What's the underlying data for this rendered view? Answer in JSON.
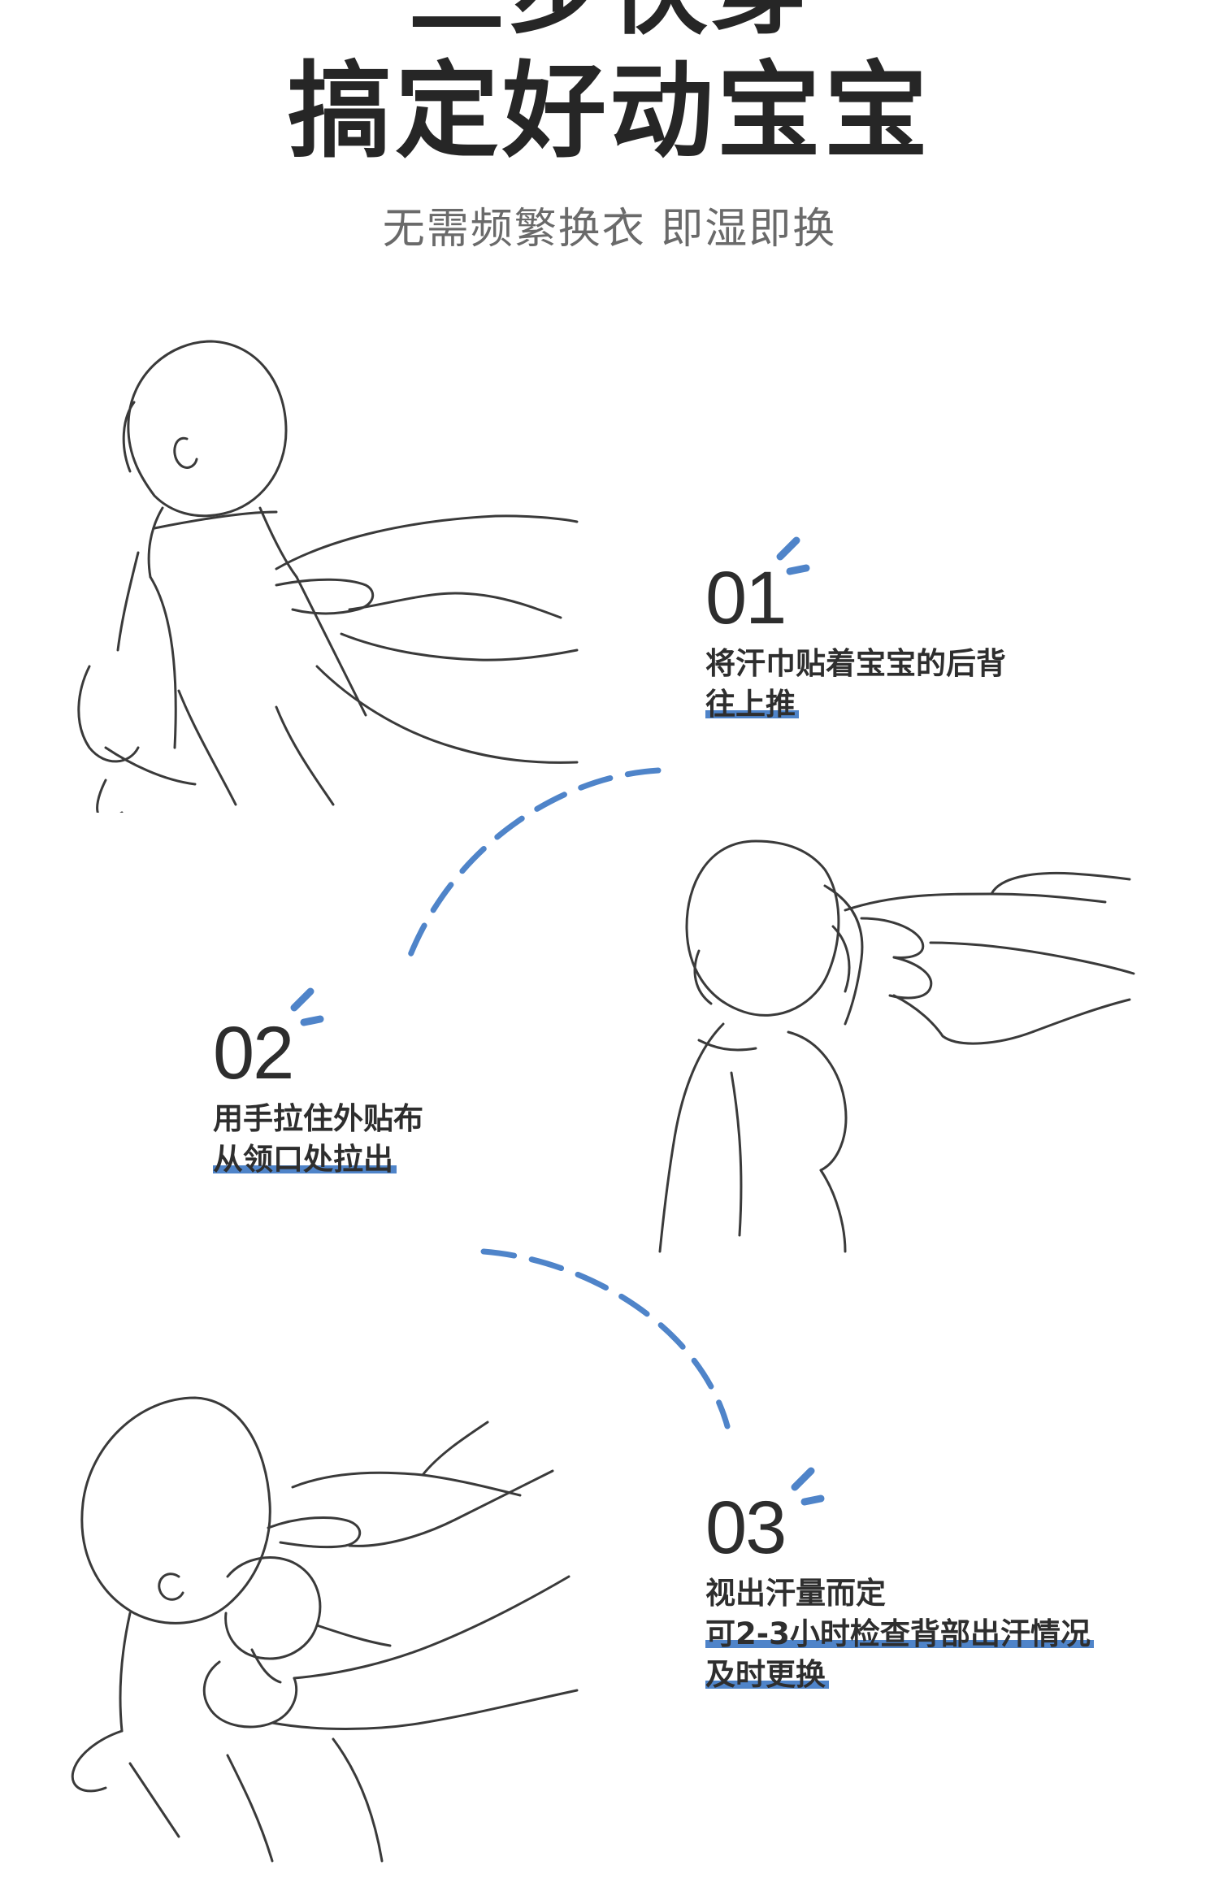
{
  "header": {
    "title_top": "三步快穿",
    "title_main": "搞定好动宝宝",
    "subtitle": "无需频繁换衣 即湿即换"
  },
  "steps": [
    {
      "number": "01",
      "line1": "将汗巾贴着宝宝的后背",
      "line2": "往上推",
      "line3": ""
    },
    {
      "number": "02",
      "line1": "用手拉住外贴布",
      "line2": "从领口处拉出",
      "line3": ""
    },
    {
      "number": "03",
      "line1": "视出汗量而定",
      "line2": "可2-3小时检查背部出汗情况",
      "line3": "及时更换"
    }
  ],
  "colors": {
    "accent": "#4f84c9",
    "heading": "#262626",
    "subtitle": "#6a6a6a",
    "line_art": "#3a3a3a"
  },
  "icons": {
    "accent_mark": "blue-double-dash-icon",
    "step1_art": "baby-back-towel-push-illustration",
    "step2_art": "baby-collar-pull-illustration",
    "step3_art": "baby-hold-check-illustration"
  }
}
